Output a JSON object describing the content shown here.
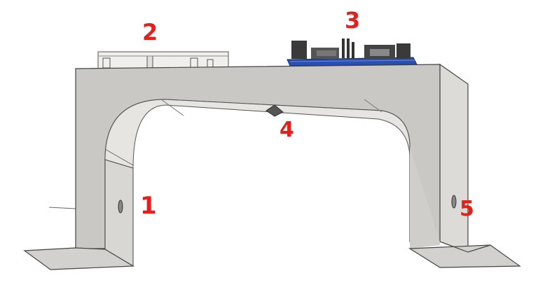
{
  "labels": [
    {
      "id": "label-1",
      "text": "1"
    },
    {
      "id": "label-2",
      "text": "2"
    },
    {
      "id": "label-3",
      "text": "3"
    },
    {
      "id": "label-4",
      "text": "4"
    },
    {
      "id": "label-5",
      "text": "5"
    }
  ],
  "colors": {
    "bracket_face": "#c9c8c5",
    "bracket_side": "#dcdbd8",
    "bracket_inner": "#e6e5e2",
    "board_blue": "#2a4fb0",
    "label_red": "#e3211c",
    "edge": "#444444"
  }
}
